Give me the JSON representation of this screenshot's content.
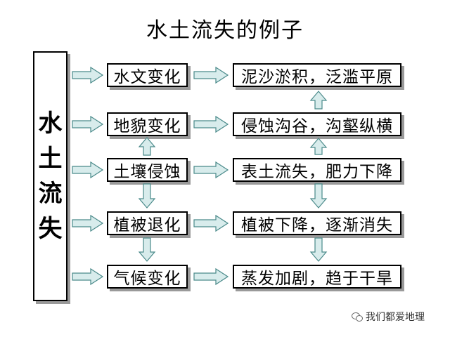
{
  "title": "水土流失的例子",
  "side_label": [
    "水",
    "土",
    "流",
    "失"
  ],
  "left_boxes": [
    "水文变化",
    "地貌变化",
    "土壤侵蚀",
    "植被退化",
    "气候变化"
  ],
  "right_boxes": [
    "泥沙淤积，泛滥平原",
    "侵蚀沟谷，沟壑纵横",
    "表土流失，肥力下降",
    "植被下降，逐渐消失",
    "蒸发加剧，趋于干旱"
  ],
  "watermark": "我们都爱地理",
  "colors": {
    "arrow_fill": "#d8ecec",
    "arrow_stroke": "#4a8a8a",
    "box_shadow": "#9a9a9a"
  },
  "icons": {
    "watermark_icon": "wechat-icon"
  }
}
